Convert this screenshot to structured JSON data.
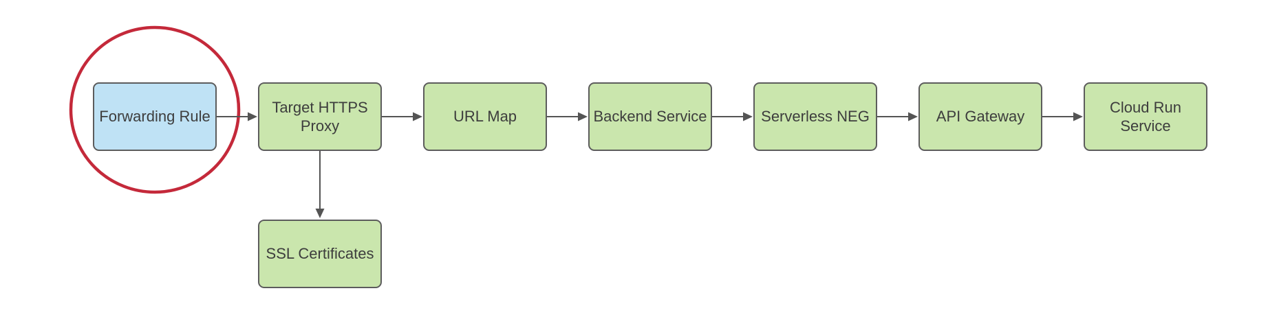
{
  "diagram": {
    "nodes": [
      {
        "id": "forwarding-rule",
        "label": "Forwarding Rule",
        "fill_color": "#bfe2f5",
        "highlighted": true
      },
      {
        "id": "target-https-proxy",
        "label": "Target HTTPS Proxy",
        "fill_color": "#cae6ad"
      },
      {
        "id": "url-map",
        "label": "URL Map",
        "fill_color": "#cae6ad"
      },
      {
        "id": "backend-service",
        "label": "Backend Service",
        "fill_color": "#cae6ad"
      },
      {
        "id": "serverless-neg",
        "label": "Serverless NEG",
        "fill_color": "#cae6ad"
      },
      {
        "id": "api-gateway",
        "label": "API Gateway",
        "fill_color": "#cae6ad"
      },
      {
        "id": "cloud-run-service",
        "label": "Cloud Run Service",
        "fill_color": "#cae6ad"
      },
      {
        "id": "ssl-certificates",
        "label": "SSL Certificates",
        "fill_color": "#cae6ad"
      }
    ],
    "edges": [
      {
        "from": "Forwarding Rule",
        "to": "Target HTTPS Proxy"
      },
      {
        "from": "Target HTTPS Proxy",
        "to": "URL Map"
      },
      {
        "from": "URL Map",
        "to": "Backend Service"
      },
      {
        "from": "Backend Service",
        "to": "Serverless NEG"
      },
      {
        "from": "Serverless NEG",
        "to": "API Gateway"
      },
      {
        "from": "API Gateway",
        "to": "Cloud Run Service"
      },
      {
        "from": "Target HTTPS Proxy",
        "to": "SSL Certificates"
      }
    ],
    "annotation": {
      "shape": "ellipse",
      "around": "Forwarding Rule",
      "color": "#c4293a"
    },
    "colors": {
      "background": "#ffffff",
      "node_border": "#5c5c5c",
      "node_green_fill": "#cae6ad",
      "node_blue_fill": "#bfe2f5",
      "connector": "#545454",
      "text": "#3d3d3d",
      "highlight_ring": "#c4293a"
    }
  }
}
